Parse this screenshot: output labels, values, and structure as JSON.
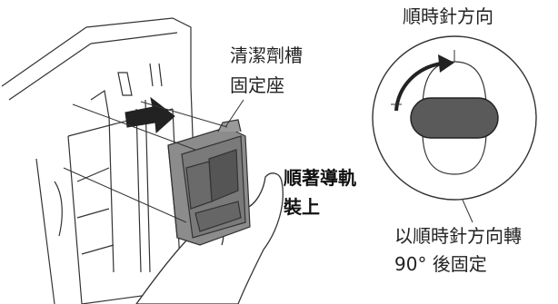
{
  "labels": {
    "direction": "順時針方向",
    "holder_line1": "清潔劑槽",
    "holder_line2": "固定座",
    "instruction_line1": "順著導軌",
    "instruction_line2": "裝上",
    "rotate_line1": "以順時針方向轉",
    "rotate_line2": "90° 後固定"
  },
  "colors": {
    "line": "#333333",
    "holder_fill": "#8c8c8c",
    "holder_dark": "#555555",
    "knob_fill": "#5a5a5a",
    "arrow": "#222222"
  },
  "icons": {
    "insert_arrow": "arrow-right-icon",
    "rotate_arrow": "clockwise-arrow-icon",
    "knob": "rotary-knob-icon"
  }
}
